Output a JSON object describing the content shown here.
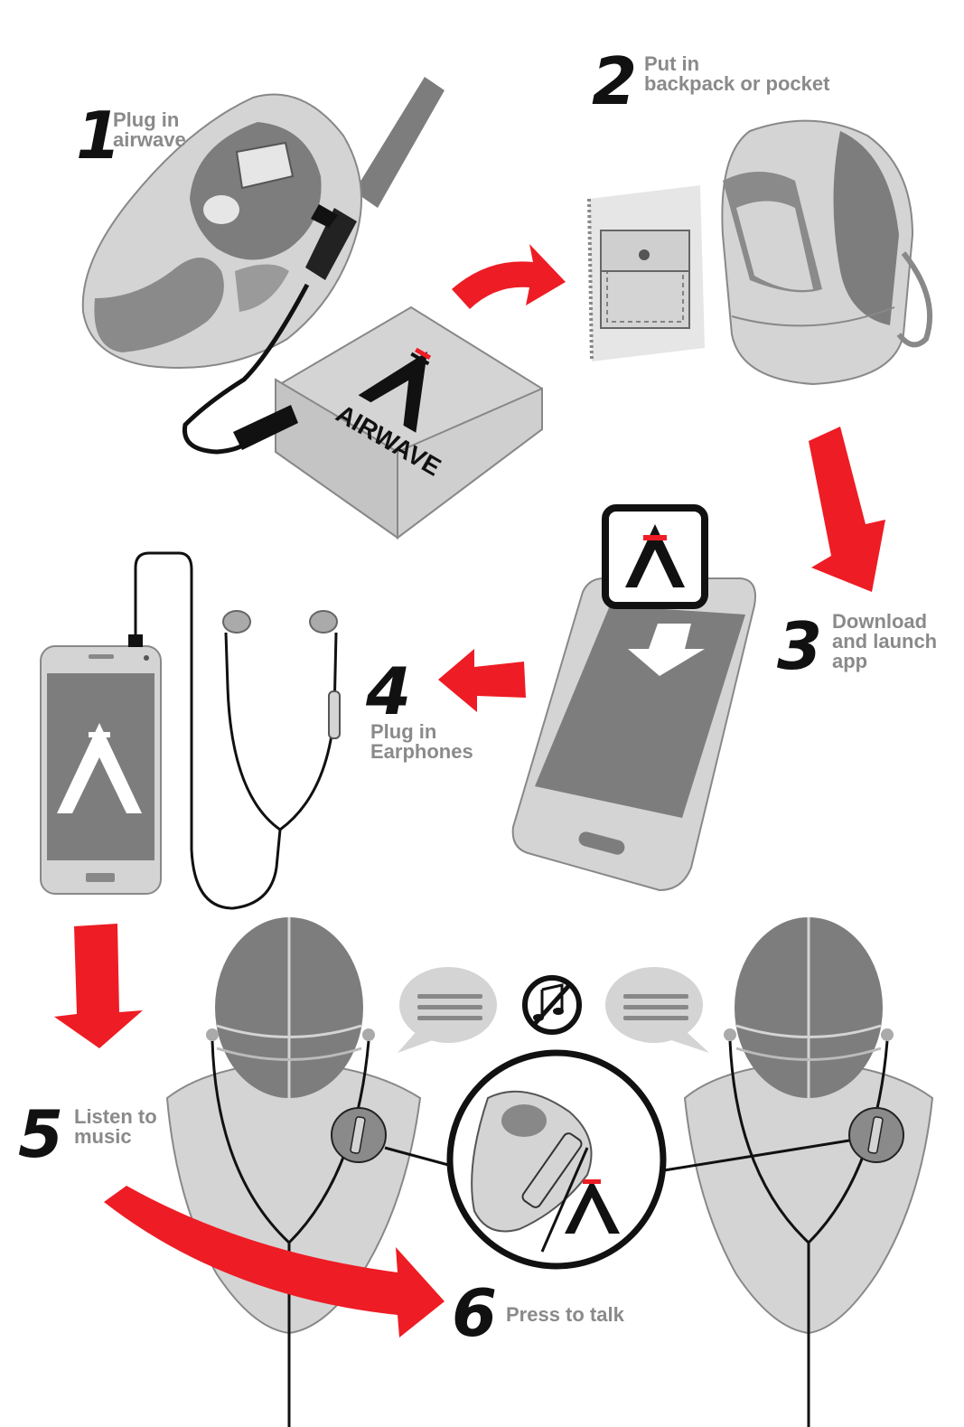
{
  "steps": [
    {
      "number": "1",
      "line1": "Plug in",
      "line2": "airwave",
      "line3": ""
    },
    {
      "number": "2",
      "line1": "Put in",
      "line2": "backpack or pocket",
      "line3": ""
    },
    {
      "number": "3",
      "line1": "Download",
      "line2": "and launch",
      "line3": "app"
    },
    {
      "number": "4",
      "line1": "Plug in",
      "line2": "Earphones",
      "line3": ""
    },
    {
      "number": "5",
      "line1": "Listen to",
      "line2": "music",
      "line3": ""
    },
    {
      "number": "6",
      "line1": "Press to talk",
      "line2": "",
      "line3": ""
    }
  ],
  "device": {
    "brand": "AIRWAVE"
  },
  "colors": {
    "accent_red": "#ee1c24",
    "dark_gray": "#7d7d7d",
    "light_gray": "#d4d4d4",
    "ink": "#111111"
  },
  "icons": [
    "walkie-talkie-icon",
    "airwave-device-icon",
    "pocket-icon",
    "backpack-icon",
    "app-logo-icon",
    "smartphone-icon",
    "earphones-icon",
    "head-icon",
    "speech-bubble-icon",
    "no-music-icon",
    "remote-button-icon"
  ]
}
